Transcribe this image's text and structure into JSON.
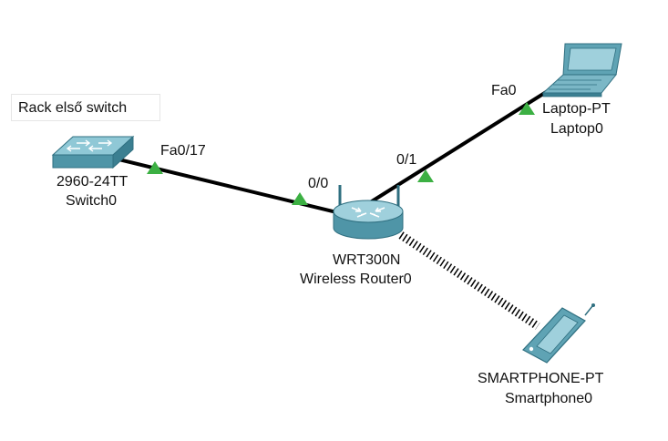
{
  "note": {
    "text": "Rack első switch"
  },
  "devices": [
    {
      "id": "switch",
      "model": "2960-24TT",
      "name": "Switch0",
      "icon": "switch-icon"
    },
    {
      "id": "router",
      "model": "WRT300N",
      "name": "Wireless Router0",
      "icon": "wireless-router-icon"
    },
    {
      "id": "laptop",
      "model": "Laptop-PT",
      "name": "Laptop0",
      "icon": "laptop-icon"
    },
    {
      "id": "phone",
      "model": "SMARTPHONE-PT",
      "name": "Smartphone0",
      "icon": "smartphone-icon"
    }
  ],
  "links": [
    {
      "from": "switch",
      "to": "router",
      "type": "ethernet",
      "from_port": "Fa0/17",
      "to_port": "0/0",
      "status": "up"
    },
    {
      "from": "router",
      "to": "laptop",
      "type": "ethernet",
      "from_port": "0/1",
      "to_port": "Fa0",
      "status": "up"
    },
    {
      "from": "router",
      "to": "phone",
      "type": "wireless"
    }
  ],
  "colors": {
    "link": "#000000",
    "port_up": "#3cb043",
    "device_body": "#5fa3b4",
    "device_dark": "#2f6f80"
  }
}
